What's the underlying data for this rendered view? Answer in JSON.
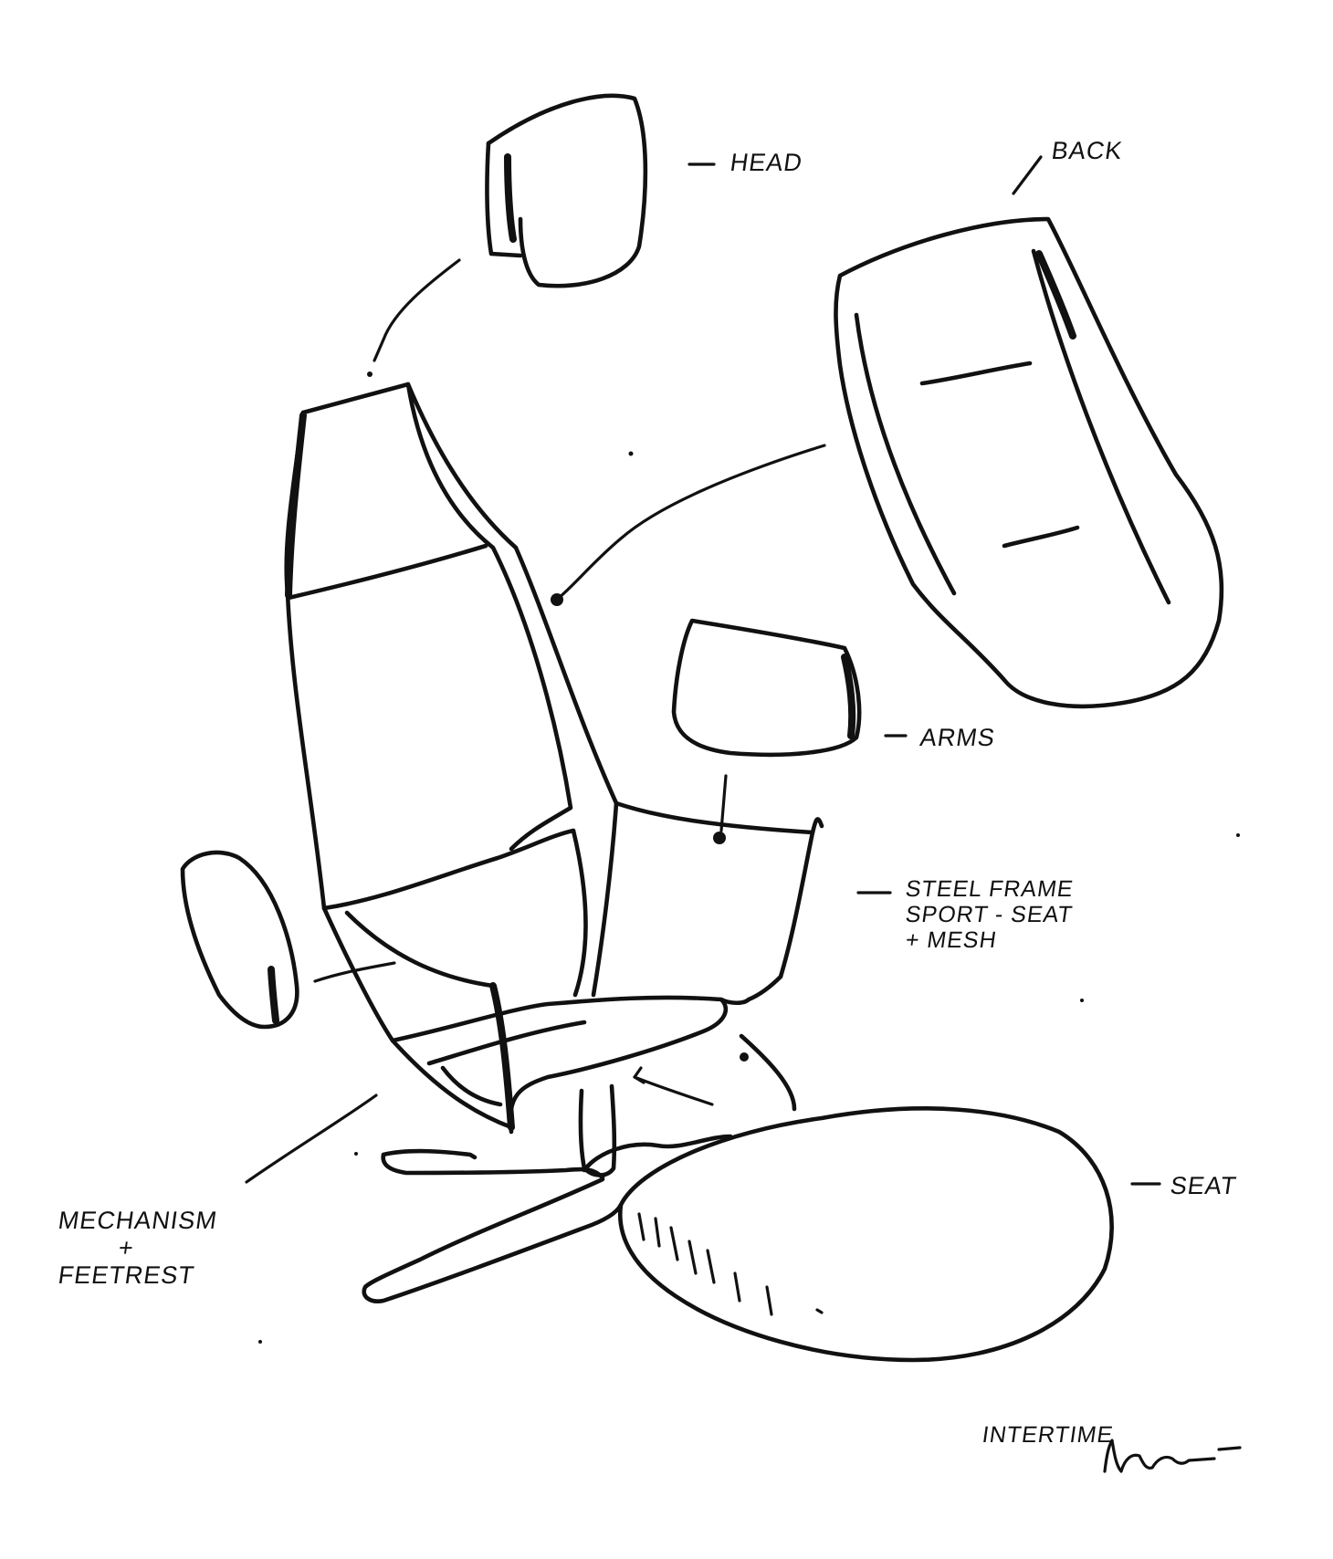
{
  "labels": {
    "head": "HEAD",
    "back": "BACK",
    "arms": "ARMS",
    "steel_frame": "STEEL FRAME",
    "sport_seat": "SPORT - SEAT",
    "mesh": "+ MESH",
    "seat": "SEAT",
    "mechanism": "MECHANISM",
    "plus": "+",
    "feetrest": "FEETREST",
    "brand": "INTERTIME"
  },
  "signature": "handwritten signature",
  "colors": {
    "ink": "#111111",
    "paper": "#ffffff"
  }
}
